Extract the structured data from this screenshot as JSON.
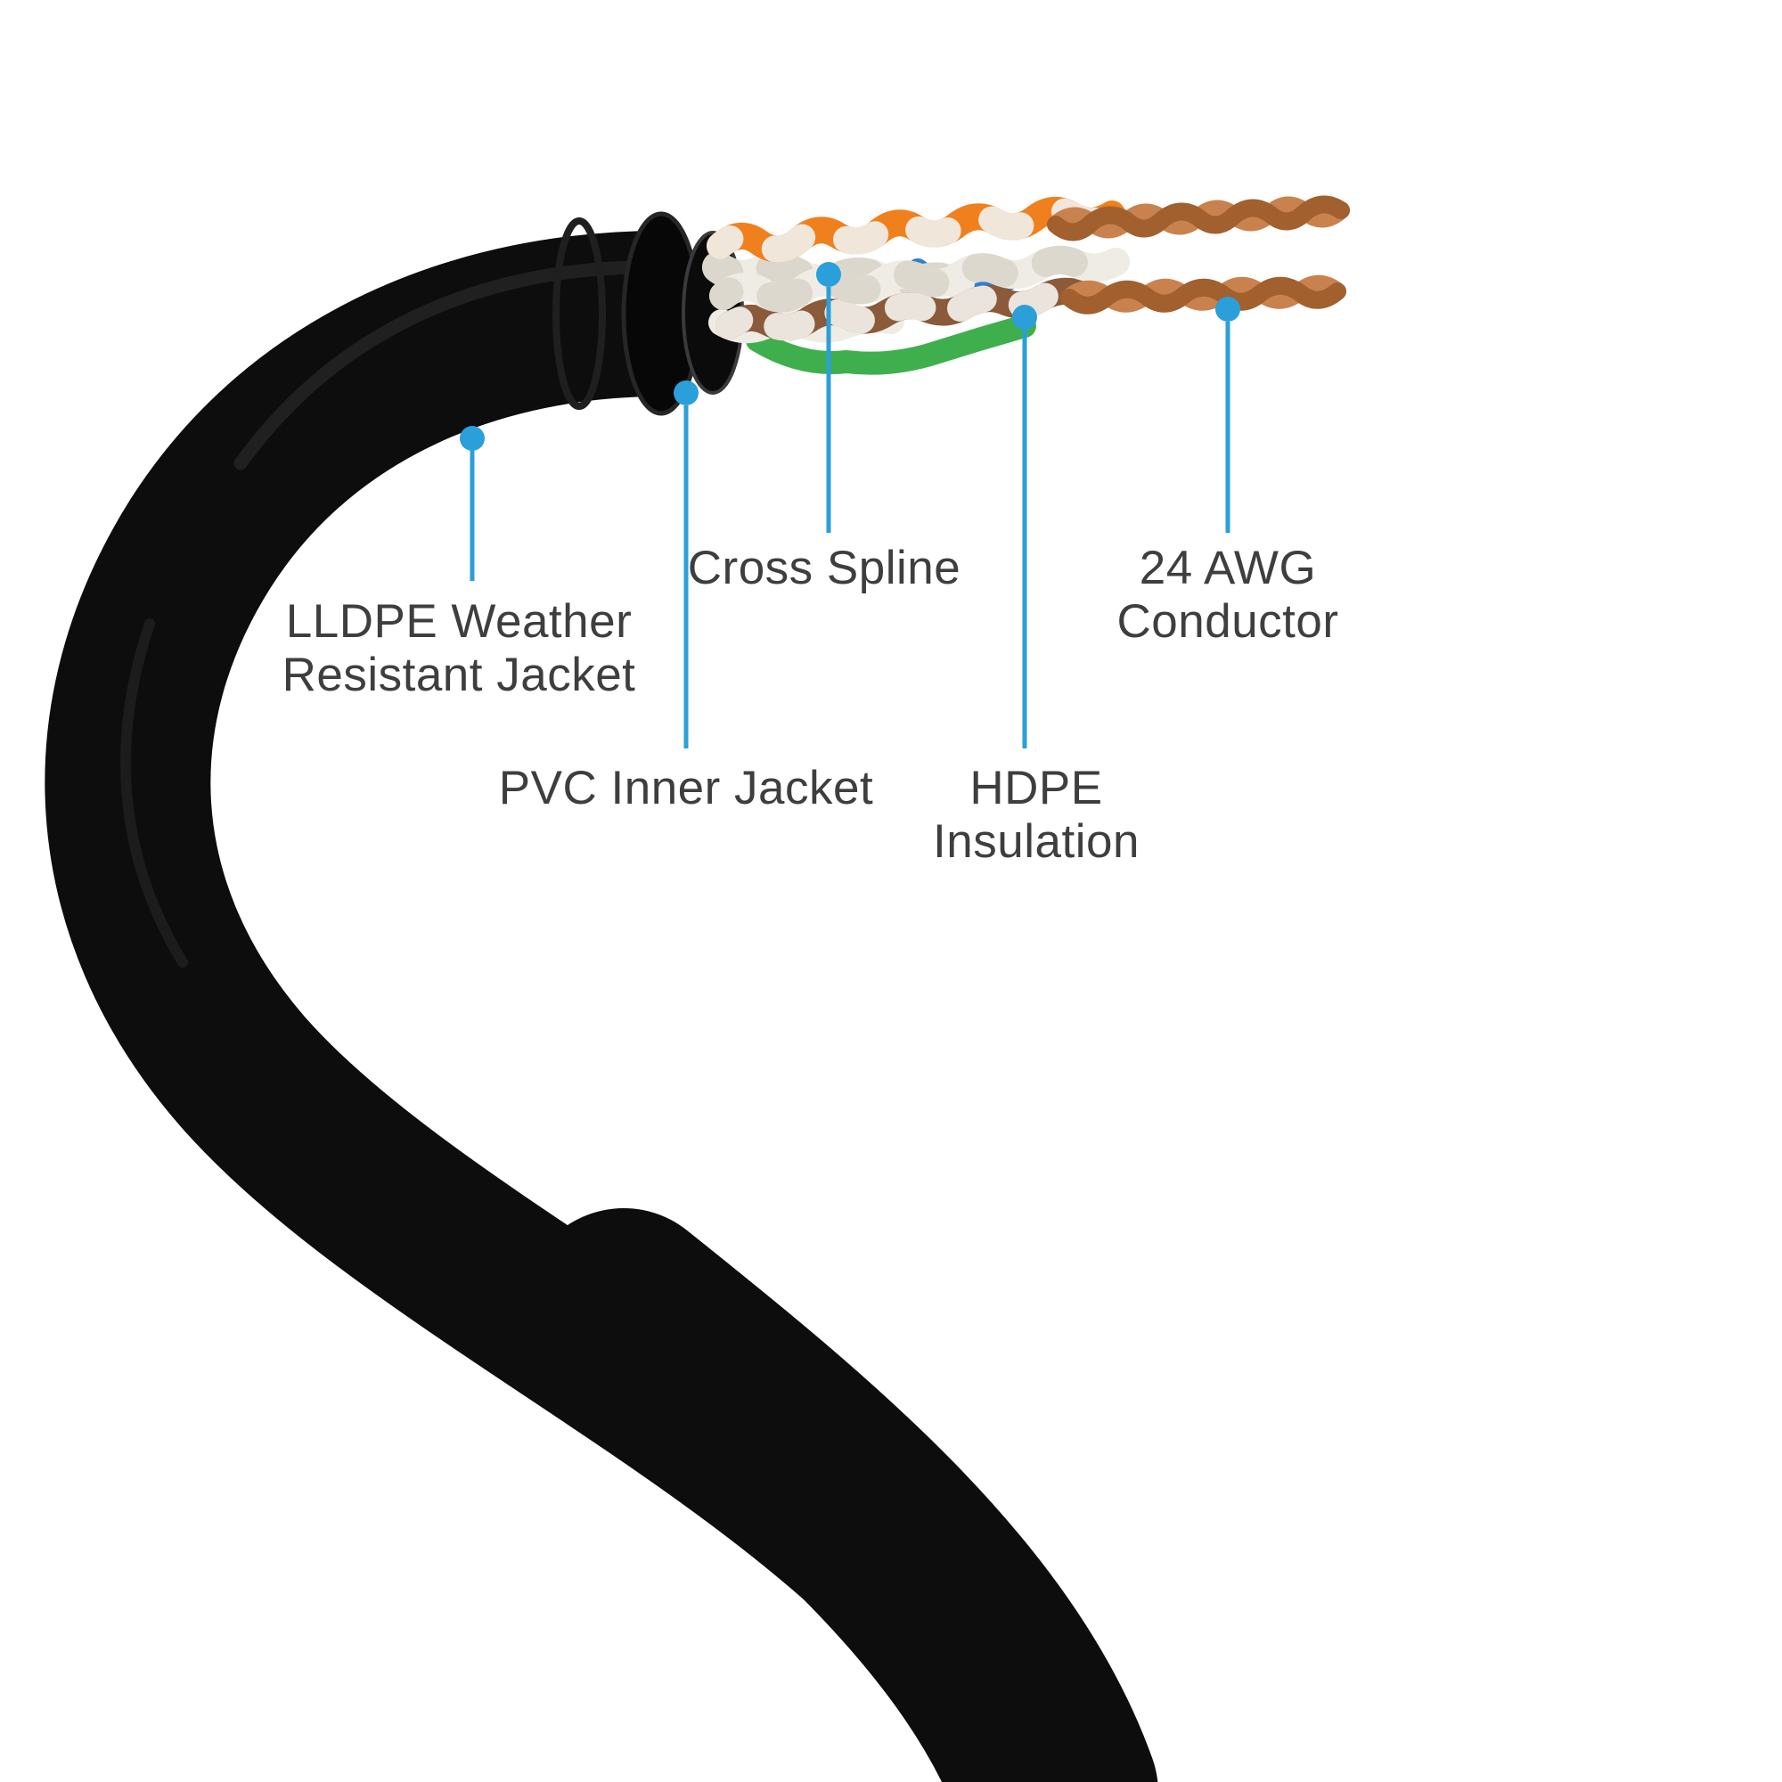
{
  "figure": {
    "colors": {
      "accent": "#2b9fd9",
      "text": "#3e3e3e",
      "cable": "#0d0d0d",
      "copper": "#c9824e",
      "copper-dark": "#a2602f",
      "wire-orange": "#f07f1d",
      "wire-white": "#efece5",
      "wire-white-shade": "#d8d3c8",
      "wire-brown": "#8a5a3b",
      "wire-blue": "#2f7fd4",
      "wire-green": "#3faf4e",
      "background": "#ffffff"
    }
  },
  "labels": {
    "lldpe": {
      "line1": "LLDPE Weather",
      "line2": "Resistant Jacket"
    },
    "pvc": {
      "line1": "PVC Inner Jacket"
    },
    "cross_spline": {
      "line1": "Cross Spline"
    },
    "hdpe": {
      "line1": "HDPE",
      "line2": "Insulation"
    },
    "awg": {
      "line1": "24 AWG",
      "line2": "Conductor"
    }
  }
}
